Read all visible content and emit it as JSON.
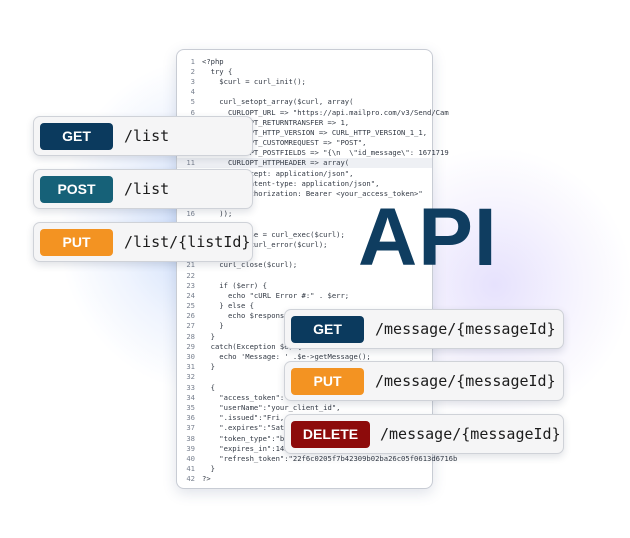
{
  "colors": {
    "get": "#0b3a5e",
    "post": "#166178",
    "put": "#f39322",
    "delete": "#8d0b0b",
    "api_text": "#0f3d60"
  },
  "api_label": "API",
  "code_lines": [
    {
      "n": "1",
      "t": "<?php"
    },
    {
      "n": "2",
      "t": "  try {"
    },
    {
      "n": "3",
      "t": "    $curl = curl_init();"
    },
    {
      "n": "4",
      "t": ""
    },
    {
      "n": "5",
      "t": "    curl_setopt_array($curl, array("
    },
    {
      "n": "6",
      "t": "      CURLOPT_URL => \"https://api.mailpro.com/v3/Send/Cam"
    },
    {
      "n": "7",
      "t": "      CURLOPT_RETURNTRANSFER => 1,"
    },
    {
      "n": "8",
      "t": "      CURLOPT_HTTP_VERSION => CURL_HTTP_VERSION_1_1,"
    },
    {
      "n": "9",
      "t": "      CURLOPT_CUSTOMREQUEST => \"POST\","
    },
    {
      "n": "10",
      "t": "      CURLOPT_POSTFIELDS => \"{\\n  \\\"id_message\\\": 1671719"
    },
    {
      "n": "11",
      "t": "      CURLOPT_HTTPHEADER => array("
    },
    {
      "n": "12",
      "t": "        \"Accept: application/json\","
    },
    {
      "n": "13",
      "t": "        \"Content-type: application/json\","
    },
    {
      "n": "14",
      "t": "        \"Authorization: Bearer <your_access_token>\""
    },
    {
      "n": "15",
      "t": "      ),"
    },
    {
      "n": "16",
      "t": "    ));"
    },
    {
      "n": "17",
      "t": ""
    },
    {
      "n": "18",
      "t": "    $response = curl_exec($curl);"
    },
    {
      "n": "19",
      "t": "    $err = curl_error($curl);"
    },
    {
      "n": "20",
      "t": ""
    },
    {
      "n": "21",
      "t": "    curl_close($curl);"
    },
    {
      "n": "22",
      "t": ""
    },
    {
      "n": "23",
      "t": "    if ($err) {"
    },
    {
      "n": "24",
      "t": "      echo \"cURL Error #:\" . $err;"
    },
    {
      "n": "25",
      "t": "    } else {"
    },
    {
      "n": "26",
      "t": "      echo $response;"
    },
    {
      "n": "27",
      "t": "    }"
    },
    {
      "n": "28",
      "t": "  }"
    },
    {
      "n": "29",
      "t": "  catch(Exception $e) {"
    },
    {
      "n": "30",
      "t": "    echo 'Message: ' .$e->getMessage();"
    },
    {
      "n": "31",
      "t": "  }"
    },
    {
      "n": "32",
      "t": ""
    },
    {
      "n": "33",
      "t": "  {"
    },
    {
      "n": "34",
      "t": "    \"access_token\":\"4MI"
    },
    {
      "n": "35",
      "t": "    \"userName\":\"your_client_id\","
    },
    {
      "n": "36",
      "t": "    \".issued\":\"Fri, 20"
    },
    {
      "n": "37",
      "t": "    \".expires\":\"Sat, 2"
    },
    {
      "n": "38",
      "t": "    \"token_type\":\"beare"
    },
    {
      "n": "39",
      "t": "    \"expires_in\":14399"
    },
    {
      "n": "40",
      "t": "    \"refresh_token\":\"22f6c0205f7b42309b02ba26c05f0613d6716b"
    },
    {
      "n": "41",
      "t": "  }"
    },
    {
      "n": "42",
      "t": "?>"
    }
  ],
  "endpoints": [
    {
      "method": "GET",
      "path": "/list"
    },
    {
      "method": "POST",
      "path": "/list"
    },
    {
      "method": "PUT",
      "path": "/list/{listId}"
    },
    {
      "method": "GET",
      "path": "/message/{messageId}"
    },
    {
      "method": "PUT",
      "path": "/message/{messageId}"
    },
    {
      "method": "DELETE",
      "path": "/message/{messageId}"
    }
  ]
}
